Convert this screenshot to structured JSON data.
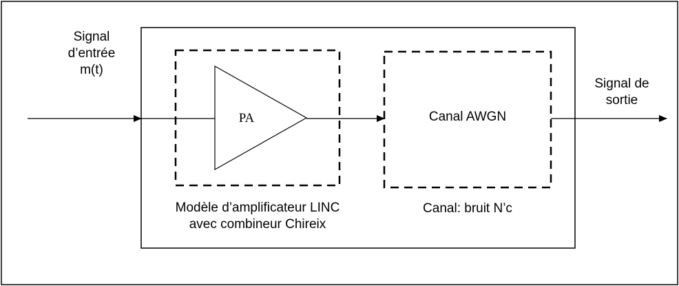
{
  "input_signal": {
    "line1": "Signal",
    "line2": "d’entrée",
    "line3": "m(t)"
  },
  "output_signal": {
    "line1": "Signal de",
    "line2": "sortie"
  },
  "amplifier": {
    "symbol_label": "PA",
    "caption_line1": "Modèle d’amplificateur LINC",
    "caption_line2": "avec combineur Chireix"
  },
  "channel": {
    "box_label": "Canal AWGN",
    "caption": "Canal: bruit N’c"
  }
}
